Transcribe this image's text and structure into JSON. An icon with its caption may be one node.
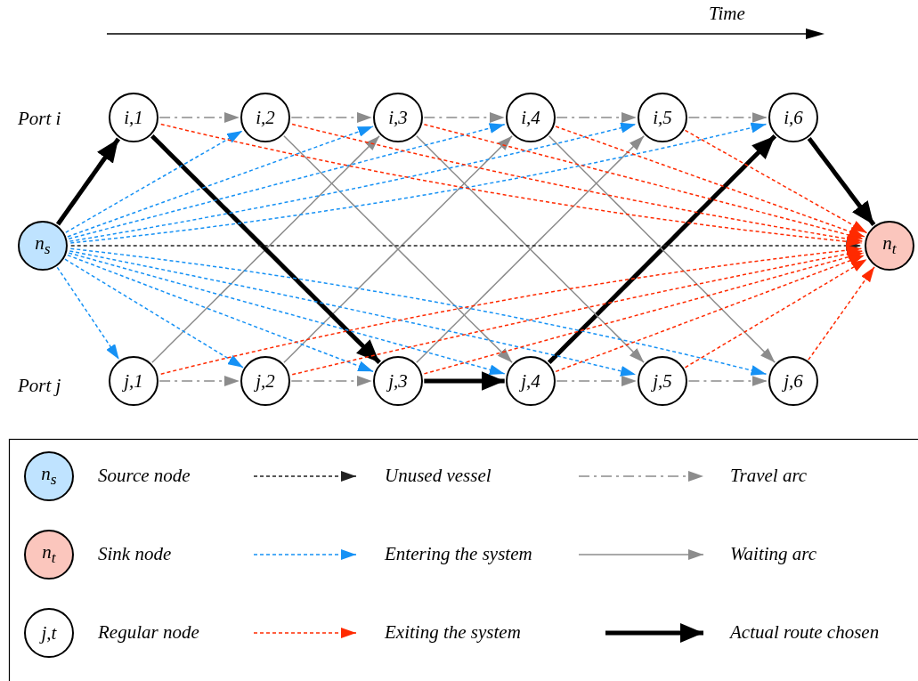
{
  "diagram": {
    "nodes": [
      {
        "text": [
          "n$_{s}$"
        ]
      },
      {
        "text": [
          "i,1"
        ]
      },
      {
        "text": [
          "i,2"
        ]
      },
      {
        "text": [
          "i,3"
        ]
      },
      {
        "text": [
          "i,4"
        ]
      },
      {
        "text": [
          "i,5"
        ]
      },
      {
        "text": [
          "i,6"
        ]
      },
      {
        "text": [
          "j,1"
        ]
      },
      {
        "text": [
          "j,2"
        ]
      },
      {
        "text": [
          "j,3"
        ]
      },
      {
        "text": [
          "j,4"
        ]
      },
      {
        "text": [
          "j,5"
        ]
      },
      {
        "text": [
          "j,6"
        ]
      },
      {
        "text": [
          "n$_{t}$"
        ]
      },
      {
        "text": [
          "n$_{s}$"
        ]
      },
      {
        "text": [
          "n$_{t}$"
        ]
      },
      {
        "text": [
          "j,t"
        ]
      }
    ],
    "edges": [
      {
        "from": 1,
        "to": 2,
        "arrow": "to",
        "style": "dashed"
      },
      {
        "from": 2,
        "to": 3,
        "arrow": "to",
        "style": "dashed"
      },
      {
        "from": 3,
        "to": 4,
        "arrow": "to",
        "style": "dashed"
      },
      {
        "from": 4,
        "to": 5,
        "arrow": "to",
        "style": "dashed"
      },
      {
        "from": 5,
        "to": 6,
        "arrow": "to",
        "style": "dashed"
      },
      {
        "from": 7,
        "to": 8,
        "arrow": "to",
        "style": "dashed"
      },
      {
        "from": 8,
        "to": 9,
        "arrow": "to",
        "style": "dashed"
      },
      {
        "from": 9,
        "to": 10,
        "arrow": "to",
        "style": "thick",
        "color": "#000000"
      },
      {
        "from": 10,
        "to": 11,
        "arrow": "to",
        "style": "dashed"
      },
      {
        "from": 11,
        "to": 12,
        "arrow": "to",
        "style": "dashed"
      },
      {
        "from": 7,
        "to": 3,
        "arrow": "to"
      },
      {
        "from": 8,
        "to": 4,
        "arrow": "to"
      },
      {
        "from": 9,
        "to": 5,
        "arrow": "to"
      },
      {
        "from": 10,
        "to": 6,
        "arrow": "to",
        "style": "thick",
        "color": "#000000"
      },
      {
        "from": 1,
        "to": 9,
        "arrow": "to",
        "style": "thick",
        "color": "#000000"
      },
      {
        "from": 2,
        "to": 10,
        "arrow": "to"
      },
      {
        "from": 3,
        "to": 11,
        "arrow": "to"
      },
      {
        "from": 4,
        "to": 12,
        "arrow": "to"
      },
      {
        "from": 0,
        "to": 1,
        "arrow": "to",
        "style": "thick",
        "color": "#000000"
      },
      {
        "from": 0,
        "to": 2,
        "arrow": "to",
        "style": "dashed",
        "color": "#1591f5"
      },
      {
        "from": 0,
        "to": 3,
        "arrow": "to",
        "style": "dashed",
        "color": "#1591f5"
      },
      {
        "from": 0,
        "to": 4,
        "arrow": "to",
        "style": "dashed",
        "color": "#1591f5"
      },
      {
        "from": 0,
        "to": 5,
        "arrow": "to",
        "style": "dashed",
        "color": "#1591f5"
      },
      {
        "from": 0,
        "to": 6,
        "arrow": "to",
        "style": "dashed",
        "color": "#1591f5"
      },
      {
        "from": 0,
        "to": 7,
        "arrow": "to",
        "style": "dashed",
        "color": "#1591f5"
      },
      {
        "from": 0,
        "to": 8,
        "arrow": "to",
        "style": "dashed",
        "color": "#1591f5"
      },
      {
        "from": 0,
        "to": 9,
        "arrow": "to",
        "style": "dashed",
        "color": "#1591f5"
      },
      {
        "from": 0,
        "to": 10,
        "arrow": "to",
        "style": "dashed",
        "color": "#1591f5"
      },
      {
        "from": 0,
        "to": 11,
        "arrow": "to",
        "style": "dashed",
        "color": "#1591f5"
      },
      {
        "from": 0,
        "to": 12,
        "arrow": "to",
        "style": "dashed",
        "color": "#1591f5"
      },
      {
        "from": 0,
        "to": 13,
        "arrow": "to",
        "style": "dashed",
        "color": "#222222"
      },
      {
        "from": 1,
        "to": 13,
        "arrow": "to",
        "style": "dashed",
        "color": "#ff2a00"
      },
      {
        "from": 2,
        "to": 13,
        "arrow": "to",
        "style": "dashed",
        "color": "#ff2a00"
      },
      {
        "from": 3,
        "to": 13,
        "arrow": "to",
        "style": "dashed",
        "color": "#ff2a00"
      },
      {
        "from": 4,
        "to": 13,
        "arrow": "to",
        "style": "dashed",
        "color": "#ff2a00"
      },
      {
        "from": 5,
        "to": 13,
        "arrow": "to",
        "style": "dashed",
        "color": "#ff2a00"
      },
      {
        "from": 6,
        "to": 13,
        "arrow": "to",
        "style": "thick",
        "color": "#000000"
      },
      {
        "from": 7,
        "to": 13,
        "arrow": "to",
        "style": "dashed",
        "color": "#ff2a00"
      },
      {
        "from": 8,
        "to": 13,
        "arrow": "to",
        "style": "dashed",
        "color": "#ff2a00"
      },
      {
        "from": 9,
        "to": 13,
        "arrow": "to",
        "style": "dashed",
        "color": "#ff2a00"
      },
      {
        "from": 10,
        "to": 13,
        "arrow": "to",
        "style": "dashed",
        "color": "#ff2a00"
      },
      {
        "from": 11,
        "to": 13,
        "arrow": "to",
        "style": "dashed",
        "color": "#ff2a00"
      },
      {
        "from": 12,
        "to": 13,
        "arrow": "to",
        "style": "dashed",
        "color": "#ff2a00"
      }
    ],
    "labels": [
      "Time",
      "Port i",
      "Port j"
    ],
    "legend": [
      {
        "text": "Source node"
      },
      {
        "text": "Unused vessel"
      },
      {
        "text": "Travel arc"
      },
      {
        "text": "Sink node"
      },
      {
        "text": "Entering the system"
      },
      {
        "text": "Waiting arc"
      },
      {
        "text": "Regular node"
      },
      {
        "text": "Exiting the system"
      },
      {
        "text": "Actual route chosen"
      }
    ]
  }
}
